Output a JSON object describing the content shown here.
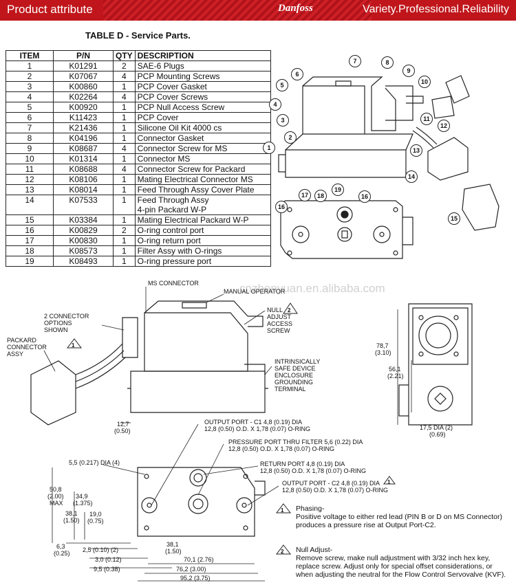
{
  "header": {
    "title": "Product attribute",
    "brand": "Danfoss",
    "tagline": "Variety.Professional.Reliability"
  },
  "table": {
    "title": "TABLE D - Service Parts.",
    "columns": [
      "ITEM",
      "P/N",
      "QTY",
      "DESCRIPTION"
    ],
    "rows": [
      [
        "1",
        "K01291",
        "2",
        "SAE-6 Plugs"
      ],
      [
        "2",
        "K07067",
        "4",
        "PCP Mounting Screws"
      ],
      [
        "3",
        "K00860",
        "1",
        "PCP Cover Gasket"
      ],
      [
        "4",
        "K02264",
        "4",
        "PCP Cover Screws"
      ],
      [
        "5",
        "K00920",
        "1",
        "PCP Null Access Screw"
      ],
      [
        "6",
        "K11423",
        "1",
        "PCP Cover"
      ],
      [
        "7",
        "K21436",
        "1",
        "Silicone Oil Kit 4000 cs"
      ],
      [
        "8",
        "K04196",
        "1",
        "Connector Gasket"
      ],
      [
        "9",
        "K08687",
        "4",
        "Connector Screw for MS"
      ],
      [
        "10",
        "K01314",
        "1",
        "Connector MS"
      ],
      [
        "11",
        "K08688",
        "4",
        "Connector Screw for Packard"
      ],
      [
        "12",
        "K08106",
        "1",
        "Mating Electrical Connector MS"
      ],
      [
        "13",
        "K08014",
        "1",
        "Feed Through Assy Cover Plate"
      ],
      [
        "14",
        "K07533",
        "1",
        "Feed Through Assy"
      ],
      [
        "15",
        "K03384",
        "1",
        "Mating Electrical Packard W-P"
      ],
      [
        "16",
        "K00829",
        "2",
        "O-ring control port"
      ],
      [
        "17",
        "K00830",
        "1",
        "O-ring return port"
      ],
      [
        "18",
        "K08573",
        "1",
        "Filter Assy with O-rings"
      ],
      [
        "19",
        "K08493",
        "1",
        "O-ring pressure port"
      ]
    ],
    "row14_extra": "4-pin Packard W-P"
  },
  "callouts": [
    "1",
    "2",
    "3",
    "4",
    "5",
    "6",
    "7",
    "8",
    "9",
    "10",
    "11",
    "12",
    "13",
    "14",
    "15",
    "16",
    "17",
    "18",
    "19"
  ],
  "watermark": "cnzhenyuan.en.alibaba.com",
  "labels": {
    "ms_connector": "MS CONNECTOR",
    "manual_operator": "MANUAL OPERATOR",
    "null_adjust": "NULL ADJUST ACCESS SCREW",
    "two_conn": "2 CONNECTOR OPTIONS SHOWN",
    "packard": "PACKARD CONNECTOR ASSY",
    "intrinsic": "INTRINSICALLY SAFE DEVICE ENCLOSURE GROUNDING TERMINAL",
    "dim_12_7": "12,7",
    "dim_0_50": "(0.50)",
    "dim_78_7": "78,7",
    "dim_3_10": "(3.10)",
    "dim_56_1": "56,1",
    "dim_2_21": "(2.21)",
    "dim_17_5": "17,5 DIA (2)",
    "dim_0_69": "(0.69)",
    "out_c1_1": "OUTPUT PORT - C1  4,8 (0.19) DIA",
    "out_c1_2": "12,8 (0.50) O.D. X 1,78 (0.07) O-RING",
    "press_1": "PRESSURE PORT THRU FILTER 5,6 (0.22) DIA",
    "press_2": "12,8 (0.50) O.D. X 1,78 (0.07) O-RING",
    "ret_1": "RETURN PORT 4,8 (0.19) DIA",
    "ret_2": "12,8 (0.50) O.D. X 1,78 (0.07) O-RING",
    "out_c2_1": "OUTPUT PORT - C2  4,8 (0.19) DIA",
    "out_c2_2": "12,8 (0.50) O.D. X 1,78 (0.07) O-RING",
    "dia_5_5": "5,5 (0.217) DIA (4)",
    "d_50_8": "50,8",
    "d_2_00": "(2.00)",
    "d_max": "MAX",
    "d_34_9": "34,9",
    "d_1_375": "(1.375)",
    "d_38_1": "38,1",
    "d_1_50": "(1.50)",
    "d_19_0": "19,0",
    "d_0_75": "(0.75)",
    "d_6_3": "6,3",
    "d_0_25": "(0.25)",
    "d_2_5": "2,5 (0.10) (2)",
    "d_3_0": "3,0 (0.12)",
    "d_9_5": "9,5 (0.38)",
    "d_38_1b": "38,1",
    "d_1_50b": "(1.50)",
    "d_70_1": "70,1 (2.76)",
    "d_76_2": "76,2 (3.00)",
    "d_95_2": "95,2 (3.75)"
  },
  "notes": {
    "n1_title": "Phasing-",
    "n1_l1": "Positive voltage to either red lead (PIN B or D on MS Connector)",
    "n1_l2": "produces a pressure rise at Output Port-C2.",
    "n2_title": "Null Adjust-",
    "n2_l1": "Remove screw, make null adjustment with 3/32 inch hex key,",
    "n2_l2": "replace screw. Adjust only for special offset considerations, or",
    "n2_l3": "when adjusting the neutral for the Flow Control Servovalve (KVF)."
  }
}
